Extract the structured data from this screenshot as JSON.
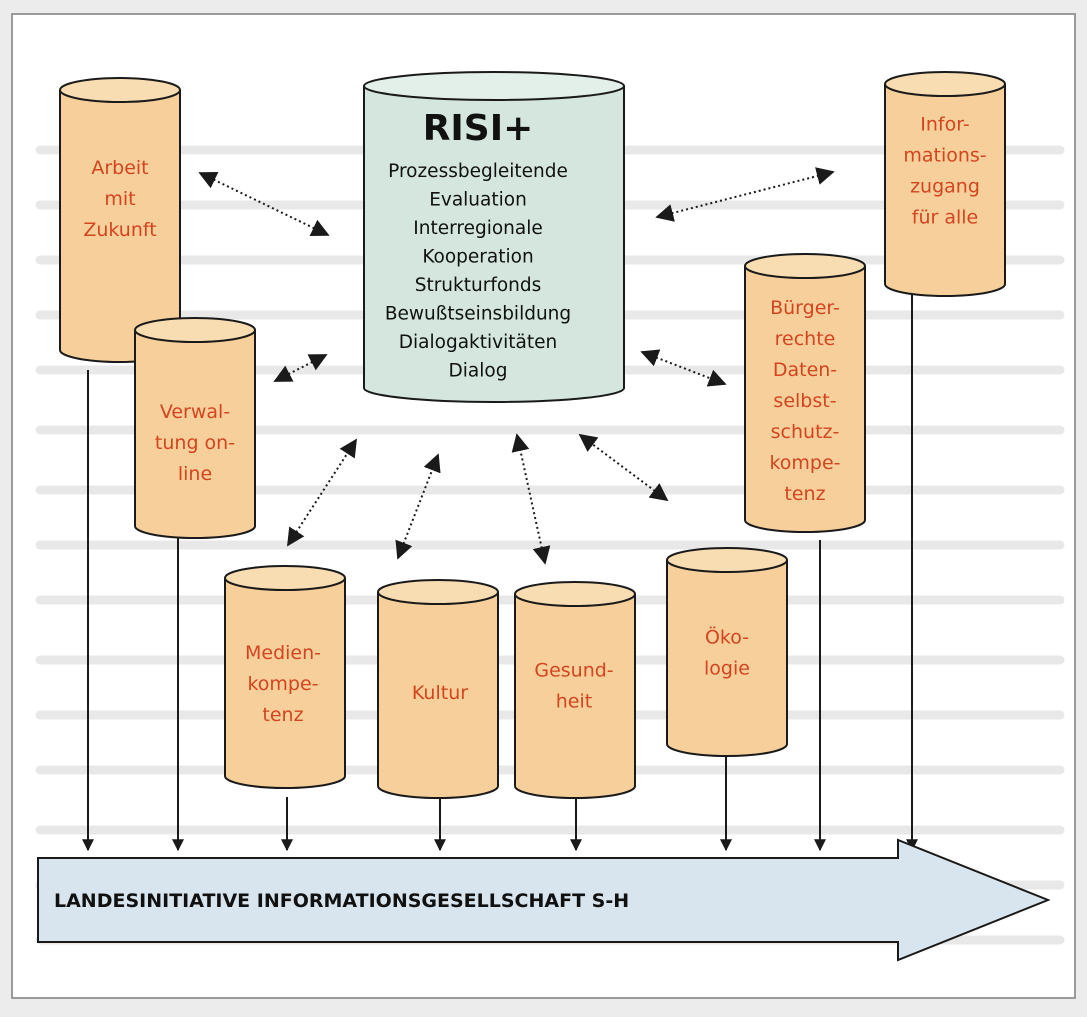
{
  "colors": {
    "page_background": "#ececec",
    "frame_background": "#ffffff",
    "cylinder_fill": "#f6cf9b",
    "cylinder_stroke": "#1a1a1a",
    "center_fill": "#d4e6de",
    "label_color": "#d3451f",
    "banner_fill": "#d9e5ee",
    "arrow_color": "#1a1a1a"
  },
  "center": {
    "title": "RISI+",
    "lines": [
      "Prozessbegleitende",
      "Evaluation",
      "Interregionale",
      "Kooperation",
      "Strukturfonds",
      "Bewußtseinsbildung",
      "Dialogaktivitäten",
      "Dialog"
    ]
  },
  "cylinders": [
    {
      "id": "arbeit",
      "lines": [
        "Arbeit",
        "mit",
        "Zukunft"
      ]
    },
    {
      "id": "info",
      "lines": [
        "Infor-",
        "mations-",
        "zugang",
        "für alle"
      ]
    },
    {
      "id": "verwalt",
      "lines": [
        "Verwal-",
        "tung on-",
        "line"
      ]
    },
    {
      "id": "buerger",
      "lines": [
        "Bürger-",
        "rechte",
        "Daten-",
        "selbst-",
        "schutz-",
        "kompe-",
        "tenz"
      ]
    },
    {
      "id": "medien",
      "lines": [
        "Medien-",
        "kompe-",
        "tenz"
      ]
    },
    {
      "id": "kultur",
      "lines": [
        "Kultur"
      ]
    },
    {
      "id": "gesund",
      "lines": [
        "Gesund-",
        "heit"
      ]
    },
    {
      "id": "oeko",
      "lines": [
        "Öko-",
        "logie"
      ]
    }
  ],
  "banner": {
    "label": "LANDESINITIATIVE INFORMATIONSGESELLSCHAFT S-H"
  }
}
